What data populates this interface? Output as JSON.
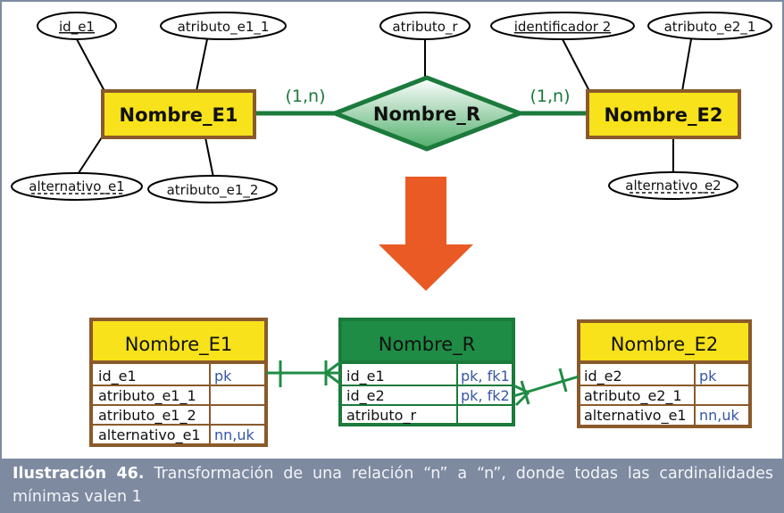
{
  "er": {
    "entity1": {
      "label": "Nombre_E1"
    },
    "entity2": {
      "label": "Nombre_E2"
    },
    "relation": {
      "label": "Nombre_R"
    },
    "cardinality_left": "(1,n)",
    "cardinality_right": "(1,n)",
    "attributes": {
      "id_e1": "id_e1",
      "atributo_e1_1": "atributo_e1_1",
      "alternativo_e1": "alternativo_e1",
      "atributo_e1_2": "atributo_e1_2",
      "atributo_r": "atributo_r",
      "identificador2": "identificador 2",
      "atributo_e2_1": "atributo_e2_1",
      "alternativo_e2": "alternativo_e2"
    }
  },
  "tables": {
    "e1": {
      "title": "Nombre_E1",
      "rows": [
        {
          "name": "id_e1",
          "keys": "pk"
        },
        {
          "name": "atributo_e1_1",
          "keys": ""
        },
        {
          "name": "atributo_e1_2",
          "keys": ""
        },
        {
          "name": "alternativo_e1",
          "keys": "nn,uk"
        }
      ]
    },
    "r": {
      "title": "Nombre_R",
      "rows": [
        {
          "name": "id_e1",
          "keys": "pk, fk1"
        },
        {
          "name": "id_e2",
          "keys": "pk, fk2"
        },
        {
          "name": "atributo_r",
          "keys": ""
        }
      ]
    },
    "e2": {
      "title": "Nombre_E2",
      "rows": [
        {
          "name": "id_e2",
          "keys": "pk"
        },
        {
          "name": "atributo_e2_1",
          "keys": ""
        },
        {
          "name": "alternativo_e1",
          "keys": "nn,uk"
        }
      ]
    }
  },
  "caption": {
    "title": "Ilustración 46.",
    "text": "Transformación de una relación “n” a “n”, donde todas las cardinalidades mínimas valen 1"
  },
  "colors": {
    "entity_fill": "#f7e21b",
    "entity_border": "#8a5a2b",
    "relation_green": "#1b7a3c",
    "relation_light": "#e3f4e6",
    "key_text": "#3656a6",
    "arrow": "#e95a24",
    "caption_bg": "#7d8aa0"
  }
}
